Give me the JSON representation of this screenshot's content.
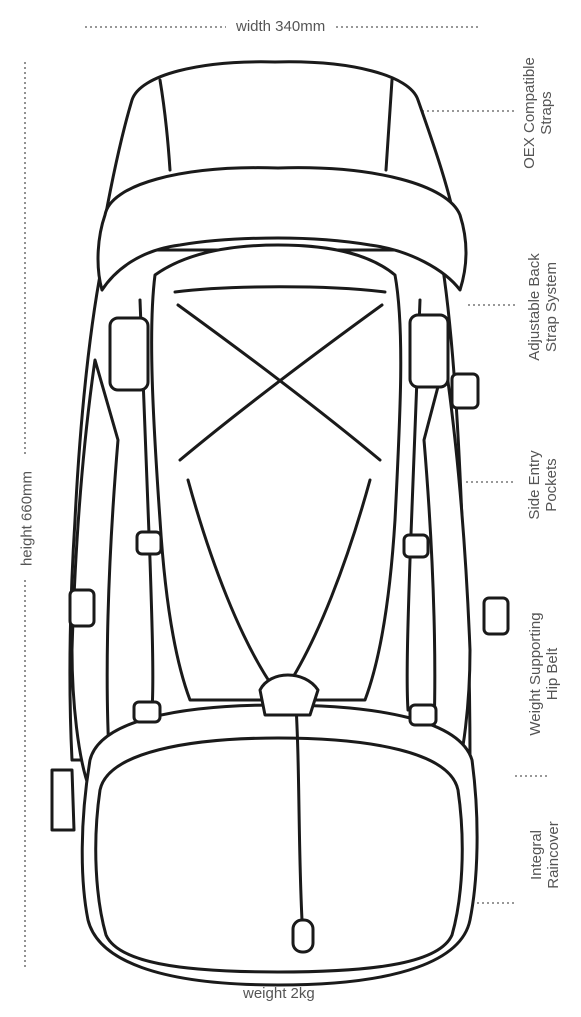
{
  "dimensions": {
    "width": "width 340mm",
    "height": "height 660mm",
    "weight": "weight 2kg"
  },
  "features": [
    {
      "line1": "OEX Compatible",
      "line2": "Straps"
    },
    {
      "line1": "Adjustable Back",
      "line2": "Strap System"
    },
    {
      "line1": "Side Entry",
      "line2": "Pockets"
    },
    {
      "line1": "Weight Supporting",
      "line2": "Hip Belt"
    },
    {
      "line1": "Integral",
      "line2": "Raincover"
    }
  ],
  "colors": {
    "line": "#1a1a1a",
    "leader": "#777777",
    "text": "#555555"
  }
}
